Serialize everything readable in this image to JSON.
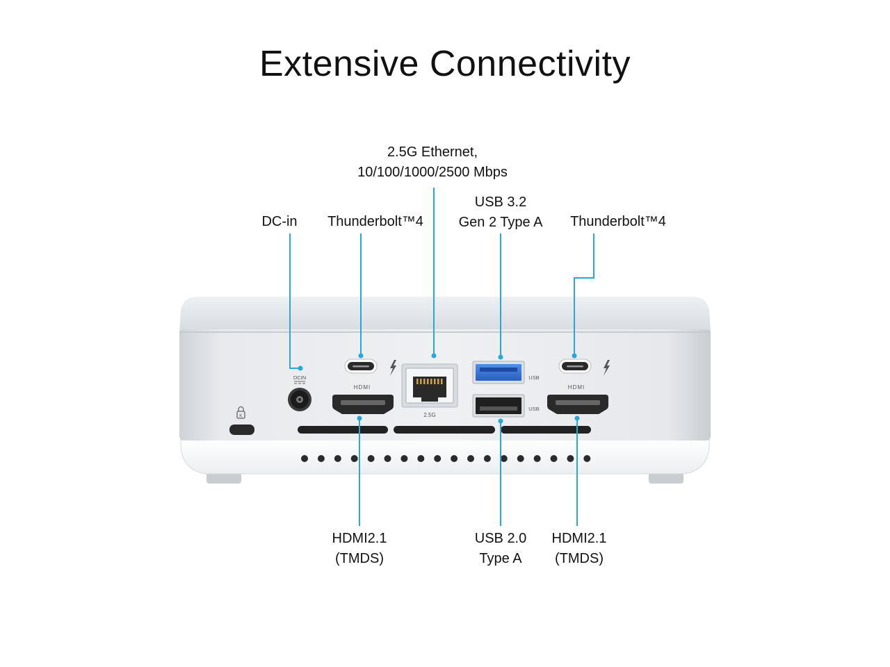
{
  "title": "Extensive Connectivity",
  "accent_color": "#29a7d8",
  "labels": {
    "ethernet": {
      "line1": "2.5G Ethernet,",
      "line2": "10/100/1000/2500 Mbps"
    },
    "dc_in": "DC-in",
    "thunderbolt_left": "Thunderbolt™4",
    "usb32": {
      "line1": "USB 3.2",
      "line2": "Gen 2 Type A"
    },
    "thunderbolt_right": "Thunderbolt™4",
    "hdmi_left": {
      "line1": "HDMI2.1",
      "line2": "(TMDS)"
    },
    "usb20": {
      "line1": "USB 2.0",
      "line2": "Type A"
    },
    "hdmi_right": {
      "line1": "HDMI2.1",
      "line2": "(TMDS)"
    }
  },
  "device_markings": {
    "dc_in": "DCIN",
    "hdmi_left": "HDMI",
    "hdmi_right": "HDMI",
    "lan": "2.5G",
    "usb_top": "USB",
    "usb_bottom": "USB"
  },
  "icons": [
    "thunderbolt-icon",
    "kensington-lock-icon"
  ]
}
